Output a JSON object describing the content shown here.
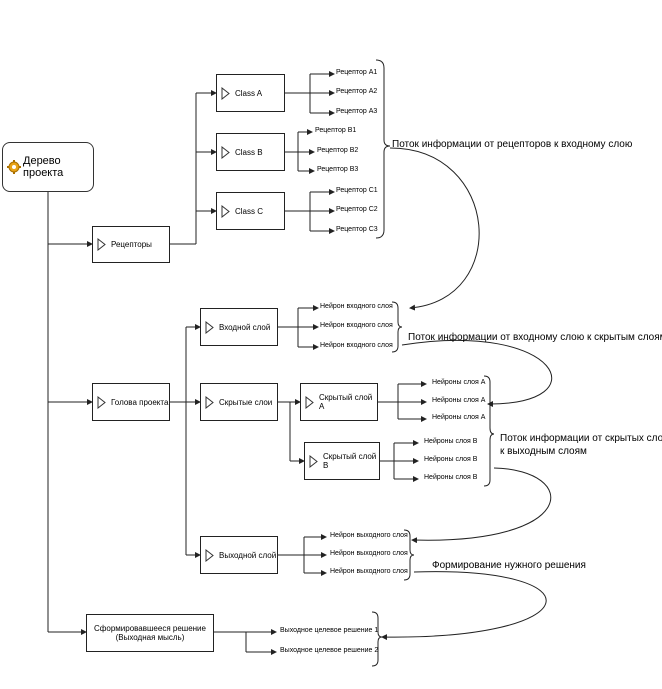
{
  "root": {
    "label": "Дерево проекта"
  },
  "receptors": {
    "label": "Рецепторы",
    "classes": [
      {
        "label": "Class A",
        "leaves": [
          "Рецептор A1",
          "Рецептор A2",
          "Рецептор A3"
        ]
      },
      {
        "label": "Class B",
        "leaves": [
          "Рецептор B1",
          "Рецептор B2",
          "Рецептор B3"
        ]
      },
      {
        "label": "Class C",
        "leaves": [
          "Рецептор C1",
          "Рецептор C2",
          "Рецептор C3"
        ]
      }
    ]
  },
  "head": {
    "label": "Голова проекта",
    "input_layer": {
      "label": "Входной слой",
      "leaves": [
        "Нейрон входного слоя",
        "Нейрон входного слоя",
        "Нейрон входного слоя"
      ]
    },
    "hidden_layers": {
      "label": "Скрытые слои",
      "a": {
        "label": "Скрытый слой А",
        "leaves": [
          "Нейроны слоя А",
          "Нейроны слоя А",
          "Нейроны слоя А"
        ]
      },
      "b": {
        "label": "Скрытый слой В",
        "leaves": [
          "Нейроны слоя В",
          "Нейроны слоя В",
          "Нейроны слоя В"
        ]
      }
    },
    "output_layer": {
      "label": "Выходной слой",
      "leaves": [
        "Нейрон выходного слоя",
        "Нейрон выходного слоя",
        "Нейрон выходного слоя"
      ]
    }
  },
  "decision": {
    "label_line1": "Сформировавшееся решение",
    "label_line2": "(Выходная мысль)",
    "leaves": [
      "Выходное целевое решение 1",
      "Выходное целевое решение 2"
    ]
  },
  "notes": {
    "receptors_to_input": "Поток информации от рецепторов к входному слою",
    "input_to_hidden": "Поток информации от входному слою к скрытым слоям",
    "hidden_to_output_line1": "Поток информации от скрытых слоев",
    "hidden_to_output_line2": "к выходным слоям",
    "forming": "Формирование нужного решения"
  },
  "colors": {
    "line": "#222222",
    "gear": "#e8a317"
  },
  "icons": {
    "root": "gear-icon",
    "box": "triangle-icon"
  }
}
